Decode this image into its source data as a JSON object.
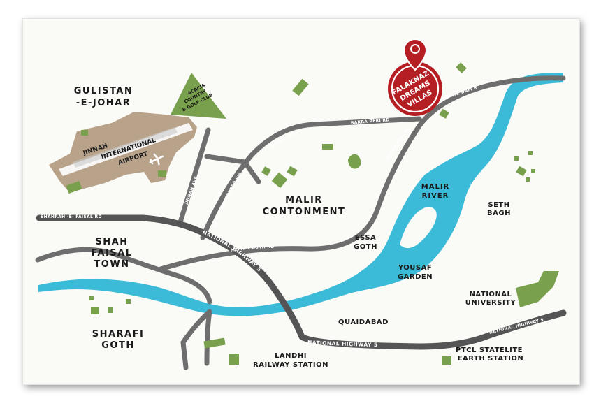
{
  "map": {
    "marker": {
      "line1": "FALAKNAZ",
      "line2": "DREAMS",
      "line3": "VILLAS",
      "color": "#b51f24"
    },
    "areas": {
      "gulistan_1": "GULISTAN",
      "gulistan_2": "-E-JOHAR",
      "malir_1": "MALIR",
      "malir_2": "CONTONMENT",
      "shah_faisal_1": "SHAH",
      "shah_faisal_2": "FAISAL",
      "shah_faisal_3": "TOWN",
      "sharafi_1": "SHARAFI",
      "sharafi_2": "GOTH",
      "seth_bagh_1": "SETH",
      "seth_bagh_2": "BAGH",
      "essa_goth_1": "ESSA",
      "essa_goth_2": "GOTH",
      "yousaf_garden_1": "YOUSAF",
      "yousaf_garden_2": "GARDEN",
      "quaidabad": "QUAIDABAD",
      "national_university_1": "NATIONAL",
      "national_university_2": "UNIVERSITY",
      "landhi_1": "LANDHI",
      "landhi_2": "RAILWAY STATION",
      "ptcl_1": "PTCL STATELITE",
      "ptcl_2": "EARTH STATION"
    },
    "landmarks": {
      "acacia_1": "ACACIA",
      "acacia_2": "COUNTRY",
      "acacia_3": "& GOLF CLUB",
      "airport_1": "JINNAH",
      "airport_2": "INTERNATIONAL",
      "airport_3": "AIRPORT"
    },
    "river": {
      "line1": "MALIR",
      "line2": "RIVER"
    },
    "roads": {
      "shahrah_e_faisal": "SHAHRAH -E- FAISAL RD",
      "national_highway_1": "NATIONAL HIGHWAY 5",
      "national_highway_2": "NATIONAL HIGHWAY 5",
      "national_highway_3": "NATIONAL HIGHWAY 5",
      "memon_goth": "MEMON GOTH RD",
      "bakra_peri_1": "BAKRA PERI RD",
      "bakra_peri_2": "BAKRA PERI RD",
      "malir_dam": "MALIR DAM RD",
      "liaqat": "LIAQAT RD",
      "begum_khursheed": "BEGUM KHURSHEED RD",
      "jinnah_ave": "JINNAH AVE"
    },
    "colors": {
      "road": "#6e6e6e",
      "highway": "#555555",
      "river": "#3bbbd8",
      "park": "#79a04d",
      "airport": "#b9a28a",
      "background": "#fafaf6"
    }
  }
}
